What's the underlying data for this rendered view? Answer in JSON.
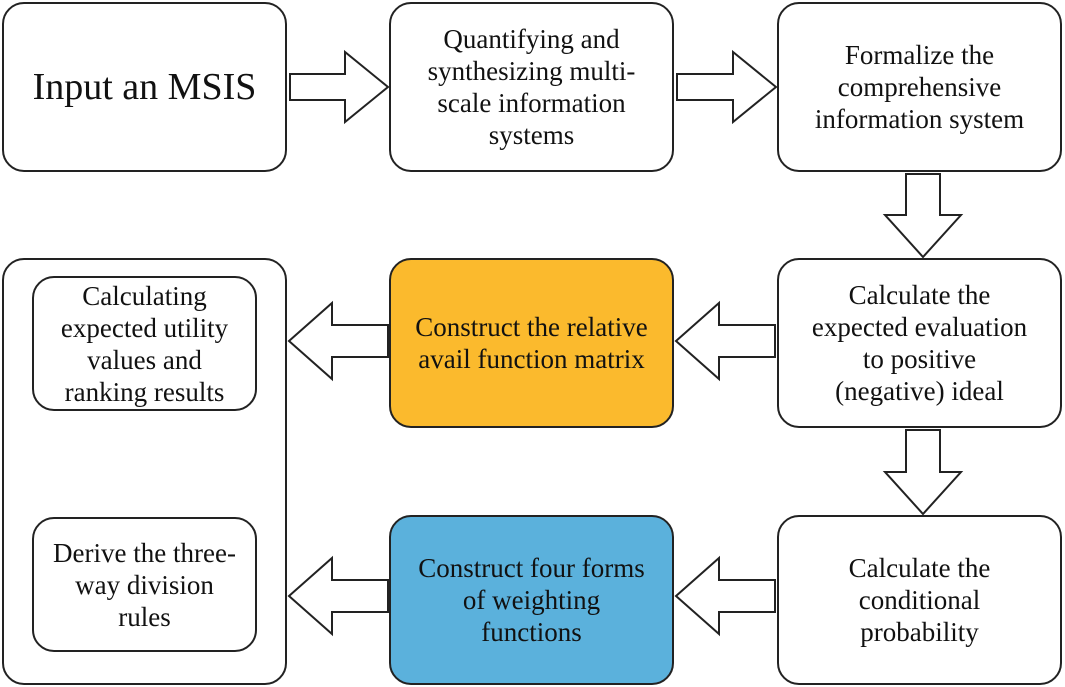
{
  "diagram": {
    "nodes": {
      "input": "Input an MSIS",
      "quantify": "Quantifying and\nsynthesizing multi-\nscale information\nsystems",
      "formalize": "Formalize the\ncomprehensive\ninformation system",
      "expected_eval": "Calculate the\nexpected evaluation\nto positive\n(negative) ideal",
      "relative_avail": "Construct the relative\navail function matrix",
      "results_outer": "",
      "utility": "Calculating\nexpected utility\nvalues and\nranking results",
      "three_way": "Derive the three-\nway division\nrules",
      "weighting": "Construct  four forms\nof weighting\nfunctions",
      "conditional": "Calculate the\nconditional\nprobability"
    },
    "colors": {
      "relative_avail_fill": "#FBBA2D",
      "weighting_fill": "#5BB1DC",
      "default_fill": "#FFFFFF",
      "stroke": "#222222"
    },
    "edges": [
      {
        "from": "input",
        "to": "quantify"
      },
      {
        "from": "quantify",
        "to": "formalize"
      },
      {
        "from": "formalize",
        "to": "expected_eval"
      },
      {
        "from": "expected_eval",
        "to": "relative_avail"
      },
      {
        "from": "relative_avail",
        "to": "results_outer"
      },
      {
        "from": "expected_eval",
        "to": "conditional"
      },
      {
        "from": "conditional",
        "to": "weighting"
      },
      {
        "from": "weighting",
        "to": "results_outer"
      }
    ]
  }
}
